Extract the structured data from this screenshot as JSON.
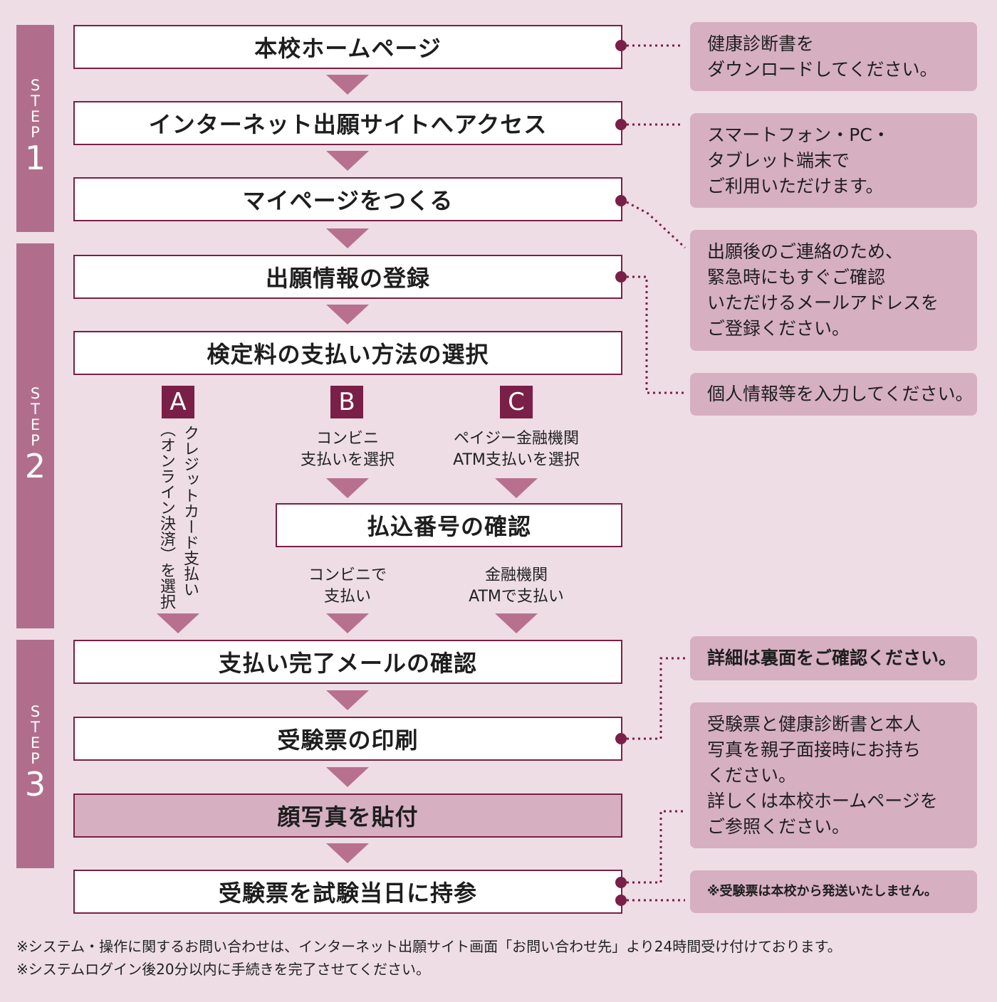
{
  "steps": [
    {
      "letters": [
        "S",
        "T",
        "E",
        "P"
      ],
      "num": "1"
    },
    {
      "letters": [
        "S",
        "T",
        "E",
        "P"
      ],
      "num": "2"
    },
    {
      "letters": [
        "S",
        "T",
        "E",
        "P"
      ],
      "num": "3"
    }
  ],
  "flow": {
    "homepage": "本校ホームページ",
    "access": "インターネット出願サイトへアクセス",
    "mypage": "マイページをつくる",
    "register": "出願情報の登録",
    "payment_select": "検定料の支払い方法の選択",
    "confirm_number": "払込番号の確認",
    "payment_done": "支払い完了メールの確認",
    "print_ticket": "受験票の印刷",
    "photo": "顔写真を貼付",
    "bring_ticket": "受験票を試験当日に持参"
  },
  "options": {
    "a": {
      "badge": "A",
      "text": "クレジットカード支払い（オンライン決済）を選択",
      "line1": "クレジットカード支払い",
      "line2": "（オンライン決済）を選択"
    },
    "b": {
      "badge": "B",
      "line1": "コンビニ",
      "line2": "支払いを選択",
      "after1": "コンビニで",
      "after2": "支払い"
    },
    "c": {
      "badge": "C",
      "line1": "ペイジー金融機関",
      "line2": "ATM支払いを選択",
      "after1": "金融機関",
      "after2": "ATMで支払い"
    }
  },
  "notes": {
    "health": [
      "健康診断書を",
      "ダウンロードしてください。"
    ],
    "devices": [
      "スマートフォン・PC・",
      "タブレット端末で",
      "ご利用いただけます。"
    ],
    "email": [
      "出願後のご連絡のため、",
      "緊急時にもすぐご確認",
      "いただけるメールアドレスを",
      "ご登録ください。"
    ],
    "personal": [
      "個人情報等を入力してください。"
    ],
    "details": [
      "詳細は裏面をご確認ください。"
    ],
    "ticket": [
      "受験票と健康診断書と本人",
      "写真を親子面接時にお持ち",
      "ください。",
      "詳しくは本校ホームページを",
      "ご参照ください。"
    ],
    "no_mail": [
      "※受験票は本校から発送いたしません。"
    ]
  },
  "footer": [
    "※システム・操作に関するお問い合わせは、インターネット出願サイト画面「お問い合わせ先」より24時間受け付けております。",
    "※システムログイン後20分以内に手続きを完了させてください。"
  ],
  "colors": {
    "bar": "#B06E8C",
    "border": "#7A1F47",
    "note": "#D6AFC1",
    "background": "#EEDDE5",
    "arrow": "#B8708F"
  }
}
